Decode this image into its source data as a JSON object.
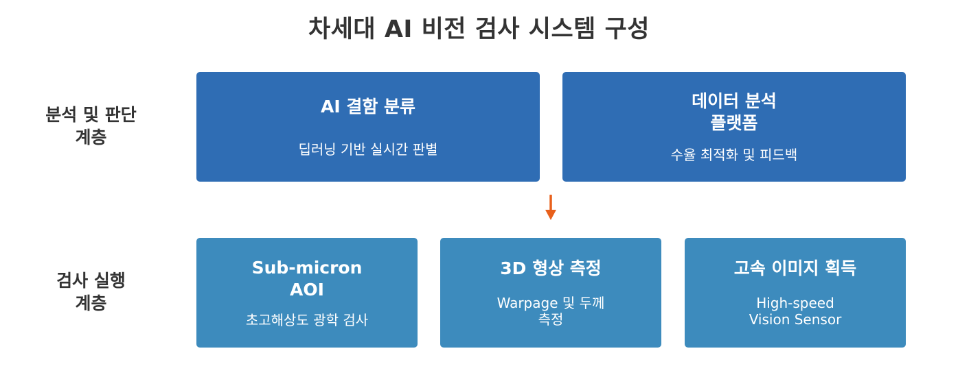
{
  "title": "차세대 AI 비전 검사 시스템 구성",
  "layers": {
    "analysis": {
      "label": "분석 및 판단\n계층",
      "boxes": [
        {
          "title": "AI 결함 분류",
          "subtitle": "딥러닝 기반 실시간 판별"
        },
        {
          "title": "데이터 분석\n플랫폼",
          "subtitle": "수율 최적화 및 피드백"
        }
      ]
    },
    "execution": {
      "label": "검사 실행\n계층",
      "boxes": [
        {
          "title": "Sub-micron\nAOI",
          "subtitle": "초고해상도 광학 검사"
        },
        {
          "title": "3D 형상 측정",
          "subtitle": "Warpage 및 두께\n측정"
        },
        {
          "title": "고속 이미지 획득",
          "subtitle": "High-speed\nVision Sensor"
        }
      ]
    }
  },
  "colors": {
    "analysis_box": "#2f6db4",
    "execution_box": "#3d8bbd",
    "arrow": "#e8601c",
    "text": "#333333"
  },
  "icons": {
    "flow_arrow": "down-arrow-icon"
  }
}
